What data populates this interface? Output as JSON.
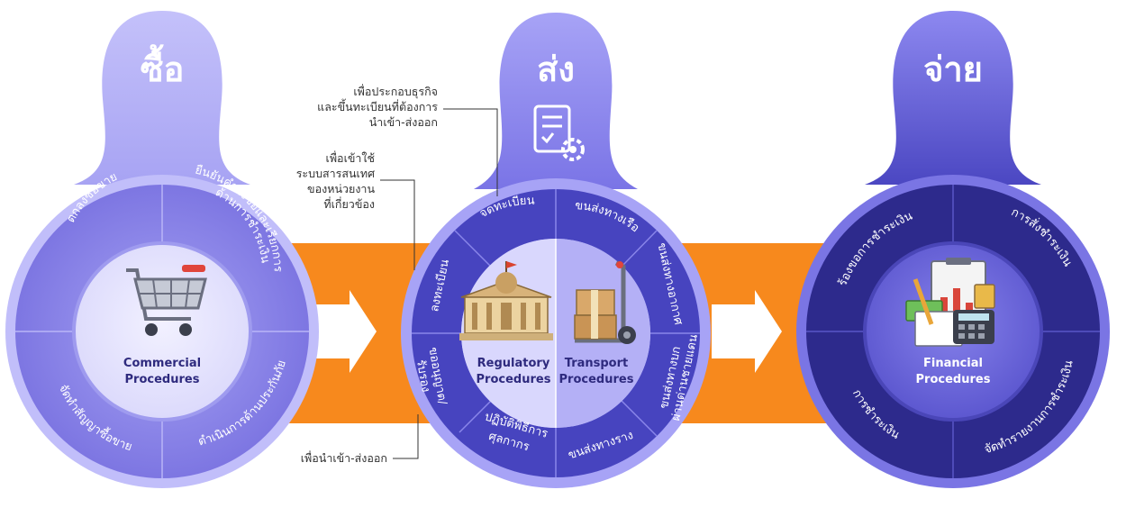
{
  "colors": {
    "arrow_band": "#f7891d",
    "buy_dark": "#7f78e4",
    "buy_light": "#b3b0f6",
    "ship_dark": "#4a48c4",
    "pay_dark": "#2d2a8c",
    "white": "#ffffff"
  },
  "buy": {
    "title": "ซื้อ",
    "center_line1": "Commercial",
    "center_line2": "Procedures",
    "center_icon": "shopping-cart-icon",
    "segments": {
      "tl": "ตกลงซื้อขาย",
      "tr_line1": "ยืนยันคำสั่งซื้อและเรียกการ",
      "tr_line2": "ด้านการชำระเงิน",
      "bl": "จัดทำสัญญาซื้อขาย",
      "br": "ดำเนินการด้านประกันภัย"
    }
  },
  "ship": {
    "title": "ส่ง",
    "top_icon": "checklist-gear-icon",
    "reg_line1": "Regulatory",
    "reg_line2": "Procedures",
    "trans_line1": "Transport",
    "trans_line2": "Procedures",
    "reg_icon": "government-building-icon",
    "trans_icon": "hand-truck-boxes-icon",
    "segments": {
      "register": "จดทะเบียน",
      "sign_up": "ลงทะเบียน",
      "permit_line1": "ขออนุญาต/",
      "permit_line2": "รับรอง",
      "customs_line1": "ปฏิบัติพิธีการ",
      "customs_line2": "ศุลกากร",
      "ship_boat": "ขนส่งทางเรือ",
      "ship_air": "ขนส่งทางอากาศ",
      "ship_land_line1": "ขนส่งทางบก",
      "ship_land_line2": "ผ่านด่านชายแดน",
      "ship_rail": "ขนส่งทางราง"
    }
  },
  "pay": {
    "title": "จ่าย",
    "center_line1": "Financial",
    "center_line2": "Procedures",
    "center_icon": "accounting-calculator-icon",
    "segments": {
      "tl": "ร้องขอการชำระเงิน",
      "tr": "การสั่งชำระเงิน",
      "bl": "การชำระเงิน",
      "br": "จัดทำรายงานการชำระเงิน"
    }
  },
  "notes": {
    "n1_line1": "เพื่อประกอบธุรกิจ",
    "n1_line2": "และขึ้นทะเบียนที่ต้องการ",
    "n1_line3": "นำเข้า-ส่งออก",
    "n2_line1": "เพื่อเข้าใช้",
    "n2_line2": "ระบบสารสนเทศ",
    "n2_line3": "ของหน่วยงาน",
    "n2_line4": "ที่เกี่ยวข้อง",
    "n3": "เพื่อนำเข้า-ส่งออก"
  }
}
